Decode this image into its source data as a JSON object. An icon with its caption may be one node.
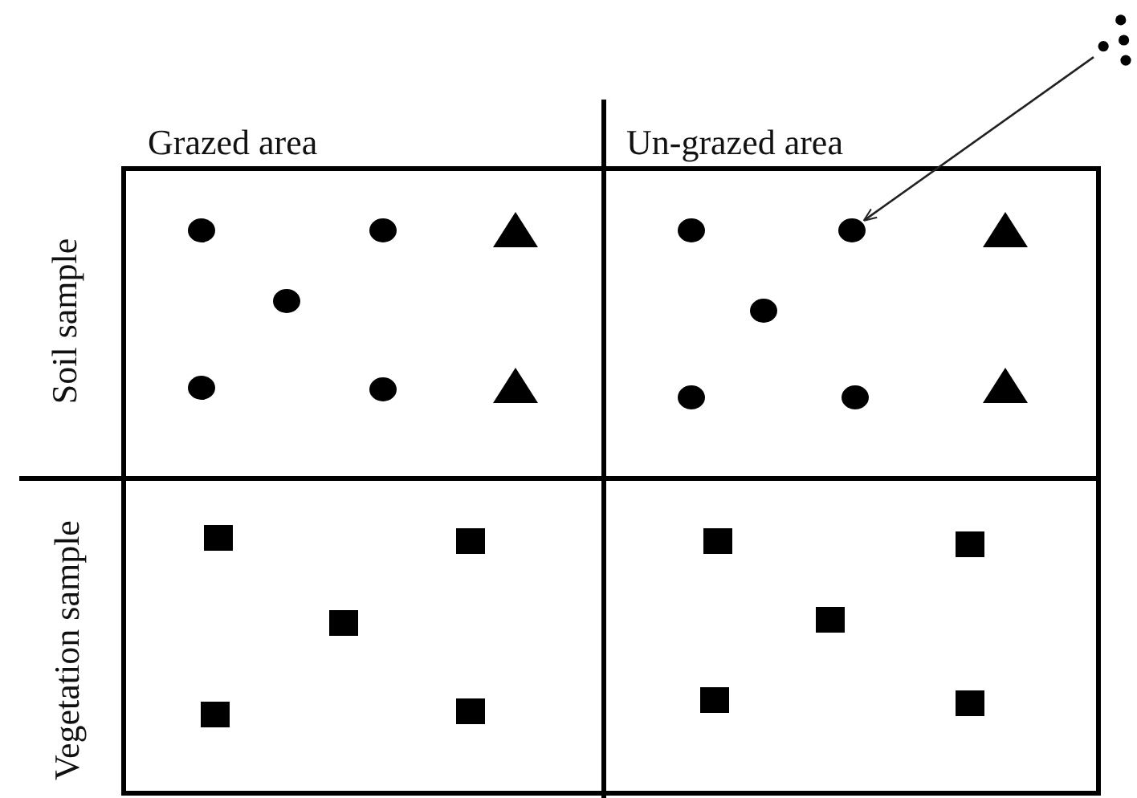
{
  "diagram": {
    "nodes": [
      {
        "text": [],
        "shape": "dots"
      },
      {
        "text": [],
        "shape": "circle"
      },
      {
        "text": [],
        "shape": "circle"
      },
      {
        "text": [],
        "shape": "circle"
      },
      {
        "text": [],
        "shape": "circle"
      },
      {
        "text": [],
        "shape": "circle"
      },
      {
        "text": [],
        "shape": "circle"
      },
      {
        "text": [],
        "shape": "circle"
      },
      {
        "text": [],
        "shape": "circle"
      },
      {
        "text": [],
        "shape": "circle"
      },
      {
        "text": [],
        "shape": "circle"
      },
      {
        "text": [],
        "shape": "triangle"
      },
      {
        "text": [],
        "shape": "triangle"
      },
      {
        "text": [],
        "shape": "triangle"
      },
      {
        "text": [],
        "shape": "triangle"
      },
      {
        "text": [],
        "shape": "square"
      },
      {
        "text": [],
        "shape": "square"
      },
      {
        "text": [],
        "shape": "square"
      },
      {
        "text": [],
        "shape": "square"
      },
      {
        "text": [],
        "shape": "square"
      },
      {
        "text": [],
        "shape": "square"
      },
      {
        "text": [],
        "shape": "square"
      },
      {
        "text": [],
        "shape": "square"
      },
      {
        "text": [],
        "shape": "square"
      },
      {
        "text": [],
        "shape": "square"
      }
    ],
    "edges": [
      {
        "from": 0,
        "to": 7,
        "arrow": "to"
      }
    ],
    "labels": [
      "Grazed area",
      "Un-grazed area",
      "Soil sample",
      "Vegetation sample"
    ]
  }
}
